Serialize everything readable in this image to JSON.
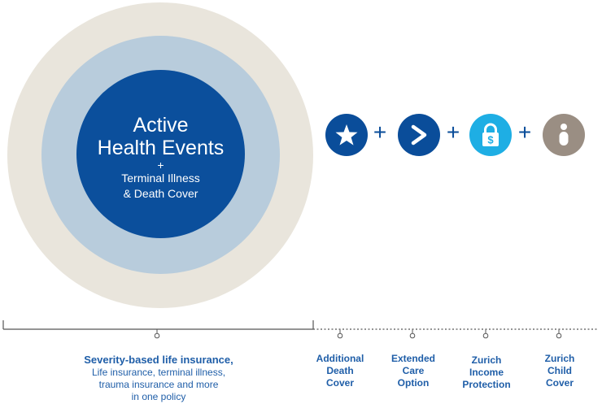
{
  "colors": {
    "outer_ring": "#e9e5dc",
    "middle_ring": "#b8ccdc",
    "inner_circle": "#0b4f9c",
    "icon_dark_blue": "#0a4d9a",
    "icon_light_blue": "#1eaee4",
    "icon_taupe": "#9a8e83",
    "label_blue": "#1f5ea8",
    "bracket": "#555555"
  },
  "core": {
    "title_line1": "Active",
    "title_line2": "Health Events",
    "plus": "+",
    "sub_line1": "Terminal Illness",
    "sub_line2": "& Death Cover"
  },
  "addons": [
    {
      "icon": "star-icon",
      "label": [
        "Additional",
        "Death",
        "Cover"
      ]
    },
    {
      "icon": "chevron-right-icon",
      "label": [
        "Extended",
        "Care",
        "Option"
      ]
    },
    {
      "icon": "padlock-dollar-icon",
      "label": [
        "Zurich",
        "Income",
        "Protection"
      ]
    },
    {
      "icon": "child-icon",
      "label": [
        "Zurich",
        "Child",
        "Cover"
      ]
    }
  ],
  "plus_sign": "+",
  "main_label": {
    "heading": "Severity-based life insurance,",
    "line1": "Life insurance, terminal illness,",
    "line2": "trauma insurance and more",
    "line3": "in one policy"
  }
}
